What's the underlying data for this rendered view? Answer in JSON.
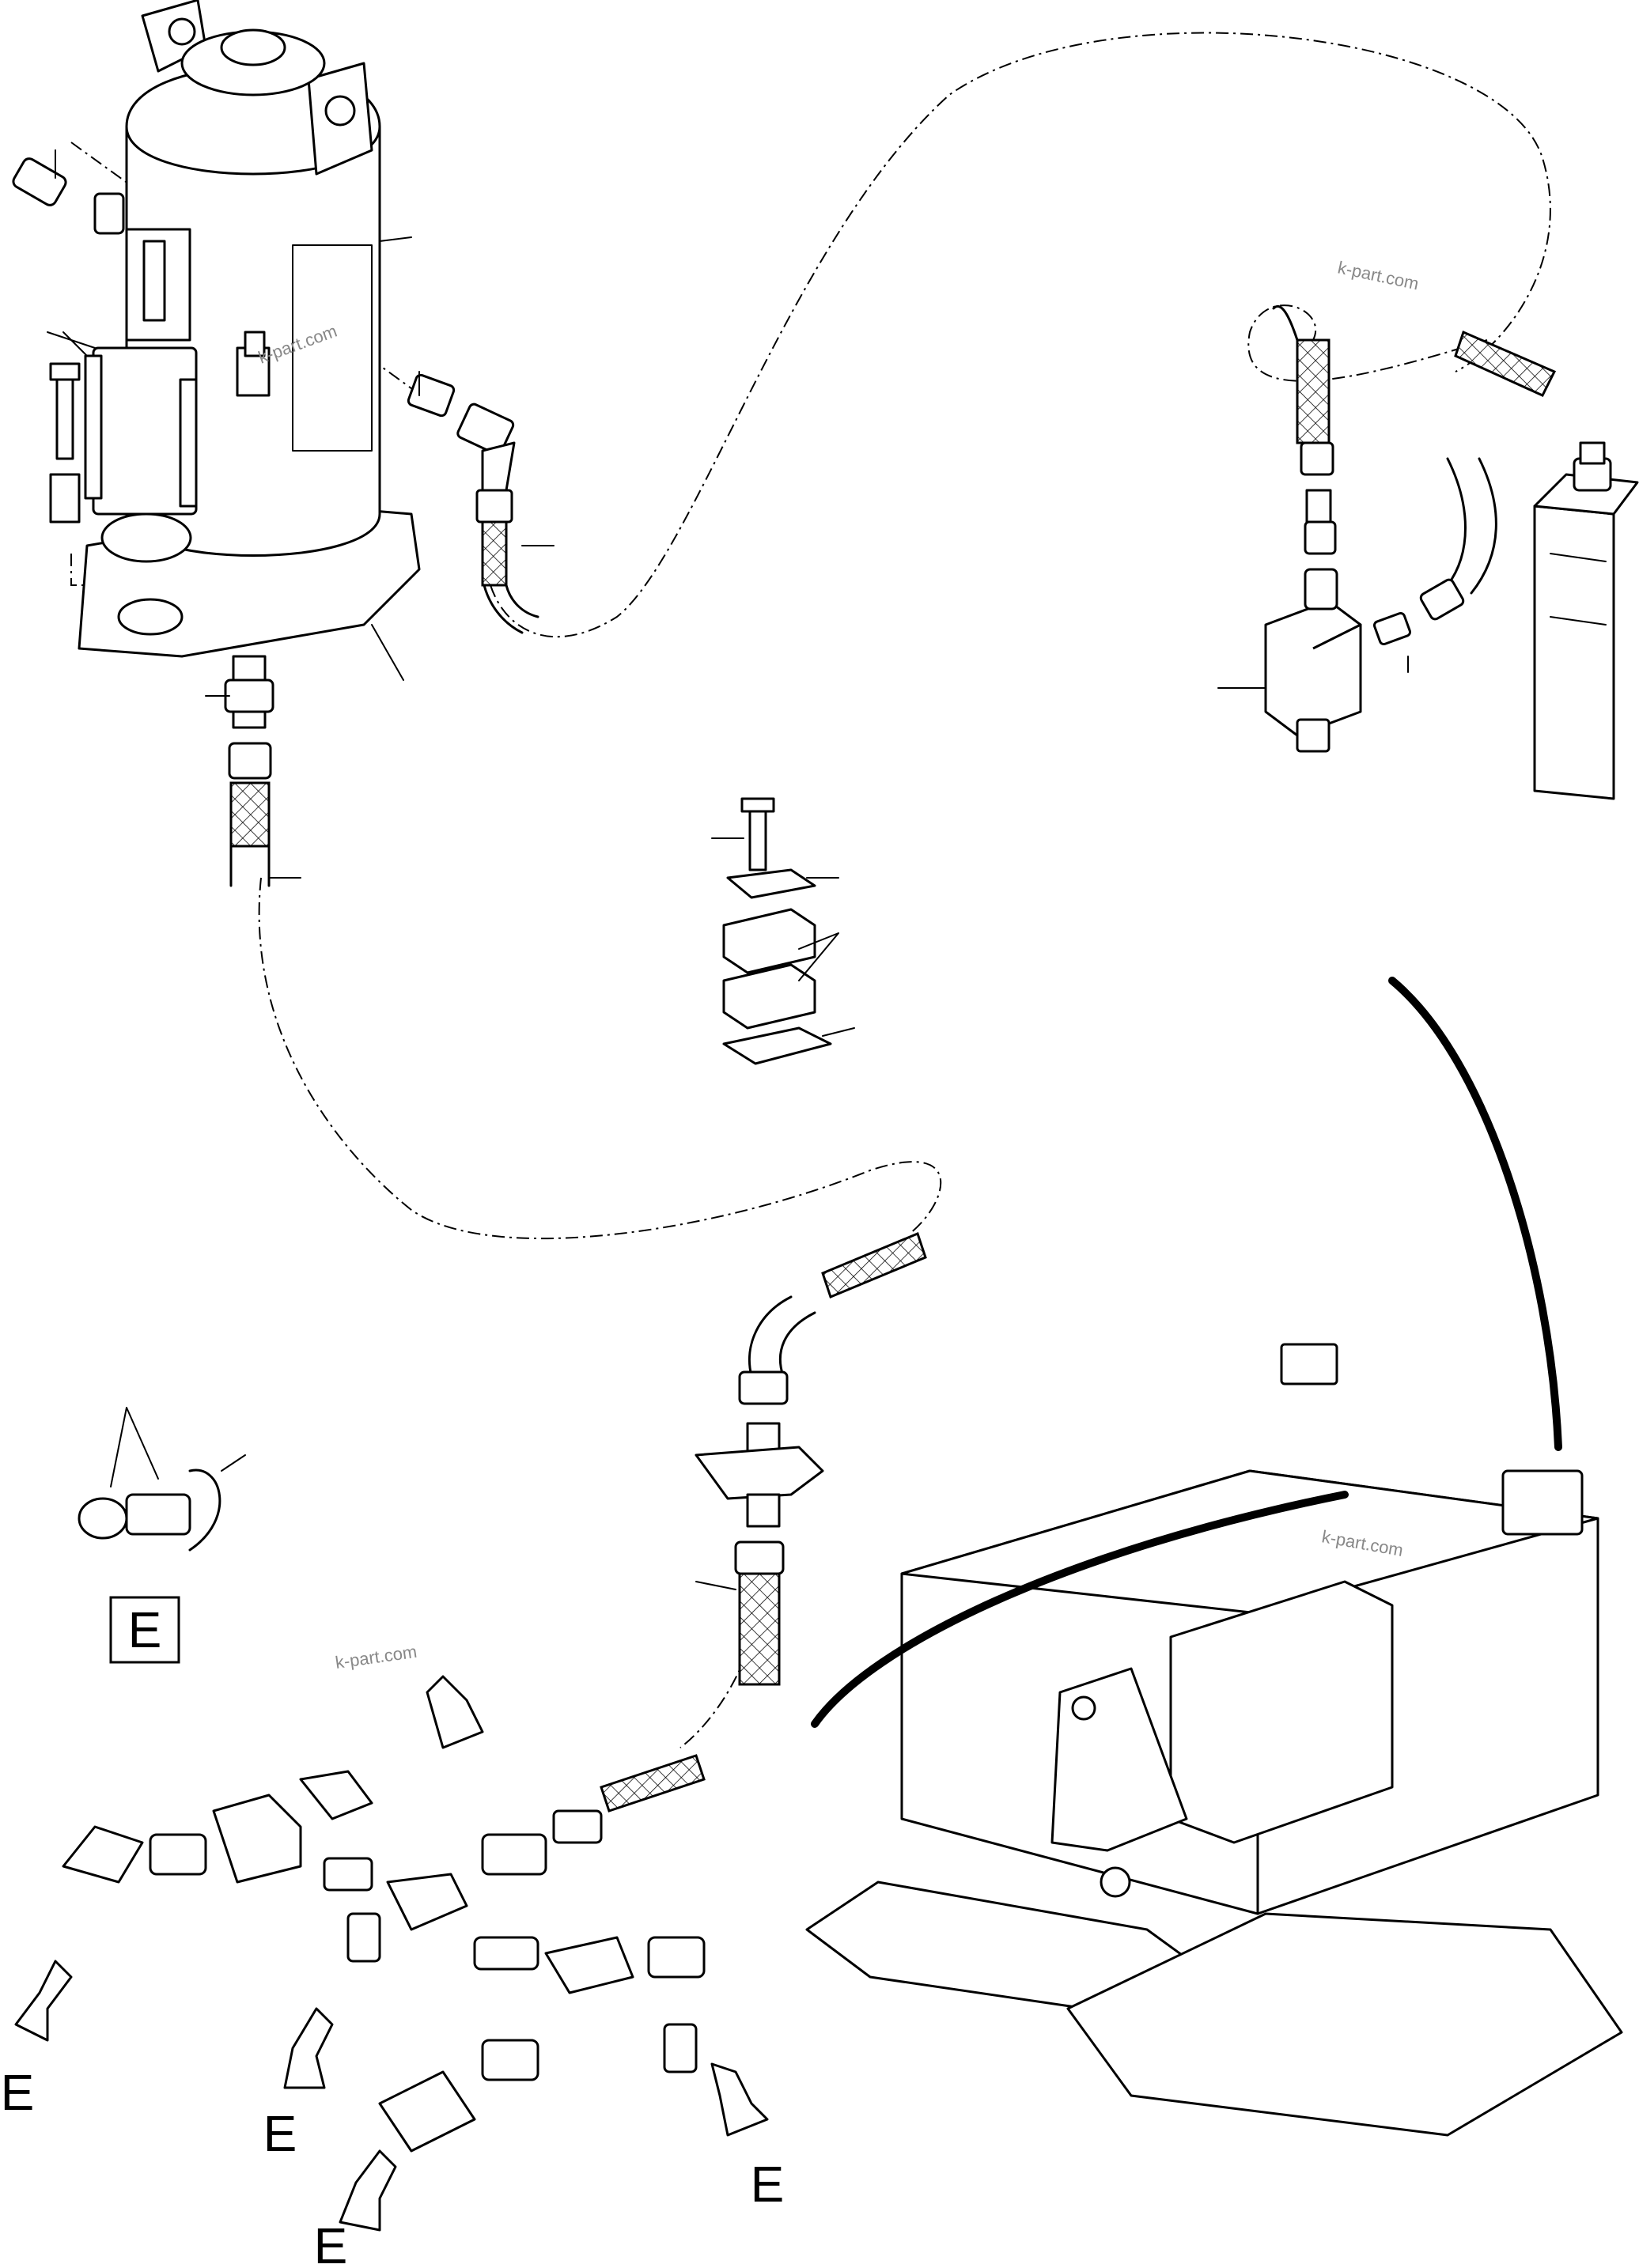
{
  "callout": {
    "letter": "E"
  },
  "arrow_labels": [
    "E",
    "E",
    "E",
    "E"
  ],
  "watermarks": [
    "k-part.com",
    "k-part.com",
    "k-part.com",
    "k-part.com"
  ],
  "colors": {
    "ink": "#000000",
    "background": "#ffffff",
    "watermark": "#888888"
  }
}
